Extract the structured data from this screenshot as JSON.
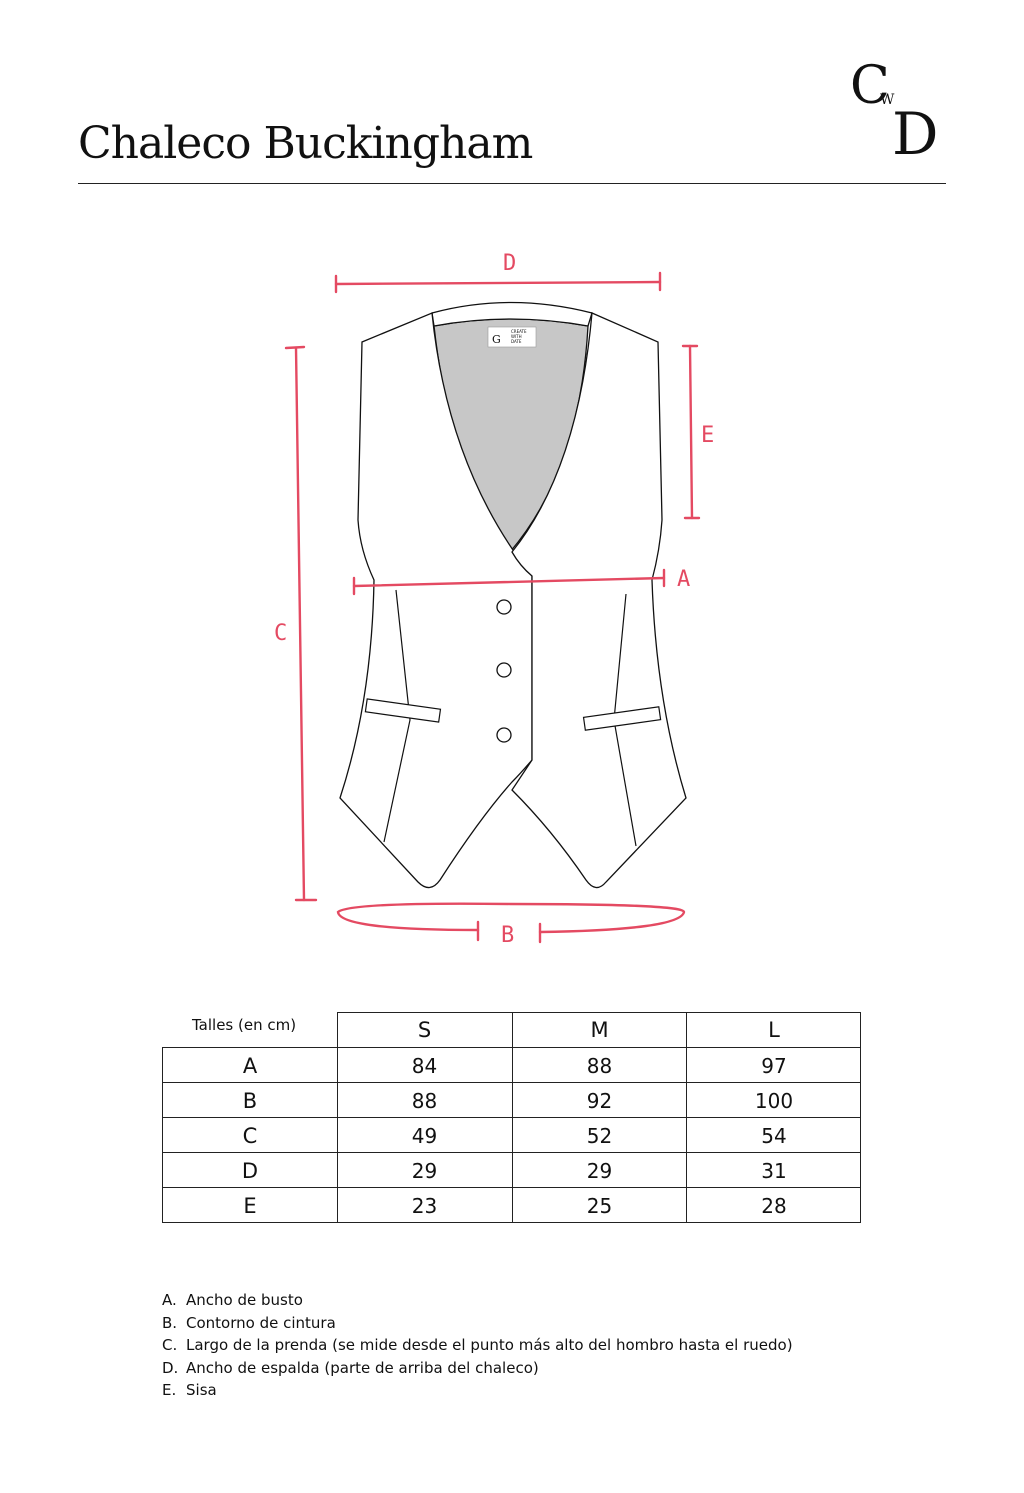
{
  "header": {
    "title": "Chaleco Buckingham",
    "logo_top": "C",
    "logo_mid": "W",
    "logo_bottom": "D"
  },
  "tag": {
    "line1": "CREATE",
    "line2": "WITH",
    "line3": "DATE"
  },
  "diagram_labels": {
    "A": "A",
    "B": "B",
    "C": "C",
    "D": "D",
    "E": "E"
  },
  "colors": {
    "measure": "#e44a62",
    "lining": "#c7c7c7",
    "ink": "#111111"
  },
  "size_table": {
    "caption": "Talles (en cm)",
    "columns": [
      "S",
      "M",
      "L"
    ],
    "rows": [
      {
        "label": "A",
        "values": [
          "84",
          "88",
          "97"
        ]
      },
      {
        "label": "B",
        "values": [
          "88",
          "92",
          "100"
        ]
      },
      {
        "label": "C",
        "values": [
          "49",
          "52",
          "54"
        ]
      },
      {
        "label": "D",
        "values": [
          "29",
          "29",
          "31"
        ]
      },
      {
        "label": "E",
        "values": [
          "23",
          "25",
          "28"
        ]
      }
    ]
  },
  "legend": [
    {
      "letter": "A.",
      "text": "Ancho de busto"
    },
    {
      "letter": "B.",
      "text": "Contorno de cintura"
    },
    {
      "letter": "C.",
      "text": "Largo de la prenda (se mide desde el punto más alto del hombro hasta el ruedo)"
    },
    {
      "letter": "D.",
      "text": "Ancho de espalda (parte de arriba del chaleco)"
    },
    {
      "letter": "E.",
      "text": "Sisa"
    }
  ]
}
